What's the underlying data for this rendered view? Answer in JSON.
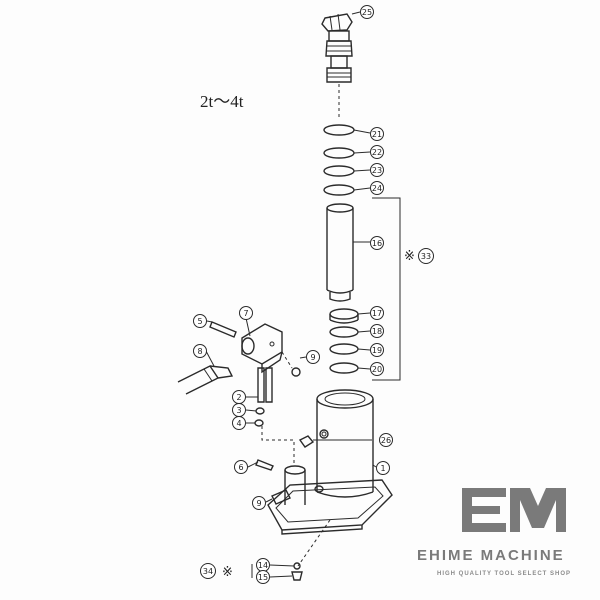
{
  "diagram": {
    "title": "2t〜4t",
    "kit_marker": "※",
    "parts": [
      "25",
      "21",
      "22",
      "23",
      "24",
      "16",
      "17",
      "18",
      "19",
      "20",
      "7",
      "5",
      "8",
      "9",
      "2",
      "3",
      "4",
      "26",
      "1",
      "6",
      "14",
      "15"
    ],
    "group_33": "33",
    "group_34": "34"
  },
  "logo": {
    "name": "EHIME MACHINE",
    "tagline": "HIGH QUALITY TOOL SELECT SHOP",
    "color": "#7a7a7a"
  }
}
